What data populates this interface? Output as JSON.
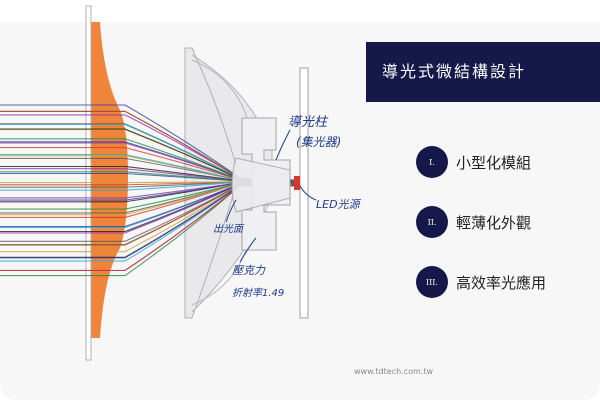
{
  "title": "導光式微結構設計",
  "features": [
    {
      "num": "I.",
      "label": "小型化模組"
    },
    {
      "num": "II.",
      "label": "輕薄化外觀"
    },
    {
      "num": "III.",
      "label": "高效率光應用"
    }
  ],
  "annotations": {
    "light_guide_line1": "導光柱",
    "light_guide_line2": "(集光器)",
    "led_source": "LED光源",
    "exit_surface": "出光面",
    "pmma_line1": "壓克力",
    "pmma_line2": "折射率1.49"
  },
  "website": "www.tdtech.com.tw",
  "colors": {
    "banner": "#16184a",
    "lens_orange": "#f07a2a",
    "annotation": "#1f3a8a",
    "rays": [
      "#2a3da8",
      "#8b2fb0",
      "#1e8a3a",
      "#d23a2a",
      "#5a5a5a",
      "#c8a12a",
      "#2aa8c8",
      "#1a1a1a"
    ]
  }
}
